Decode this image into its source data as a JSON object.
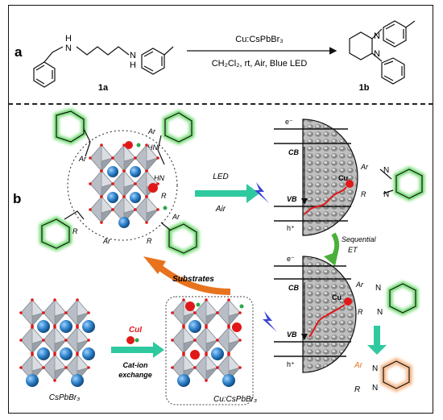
{
  "panel_a": {
    "label": "a",
    "reactant": "1a",
    "product": "1b",
    "catalyst": "Cu:CsPbBr₃",
    "conditions": "CH₂Cl₂, rt, Air, Blue LED",
    "atoms": {
      "n": "N",
      "nh": "H"
    }
  },
  "panel_b": {
    "label": "b",
    "led": "LED",
    "air": "Air",
    "substrates": "Substrates",
    "cui": "CuI",
    "cat_ion_1": "Cat-ion",
    "cat_ion_2": "exchange",
    "csbpbr3": "CsPbBr₃",
    "cu_cspbbr3": "Cu:CsPbBr₃",
    "sequential": "Sequential",
    "et": "ET",
    "e": "e⁻",
    "h": "h⁺",
    "cb": "CB",
    "vb": "VB",
    "cu": "Cu",
    "ar": "Ar",
    "r": "R",
    "n": "N",
    "hn": "HN"
  },
  "colors": {
    "green_glow": "#7fe07f",
    "orange_glow": "#f6b98a",
    "arrow_teal": "#2fc9a0",
    "arrow_green": "#4ab03a",
    "arrow_orange": "#e8731e",
    "sphere_blue": "#2b7fc6",
    "red_dot": "#e01818",
    "octahedron": "#b9bec6",
    "lightning": "#3a44d6"
  }
}
